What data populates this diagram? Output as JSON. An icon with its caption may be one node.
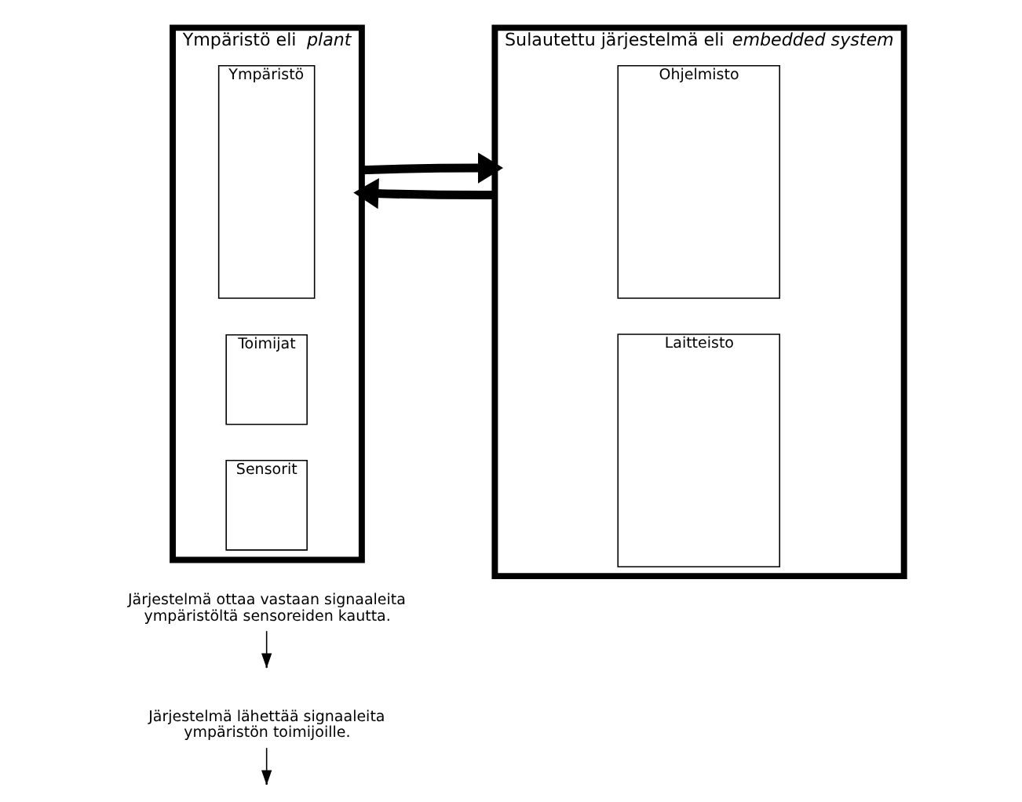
{
  "diagram": {
    "nodes": [
      {
        "text": [
          "Ympäristö eli *plant*"
        ]
      },
      {
        "text": [
          "Ympäristö"
        ],
        "in": 0
      },
      {
        "text": [
          "Toimijat"
        ],
        "in": 0
      },
      {
        "text": [
          "Sensorit"
        ],
        "in": 0
      },
      {
        "text": [
          "Sulautettu järjestelmä eli *embedded system*"
        ]
      },
      {
        "text": [
          "Ohjelmisto"
        ],
        "in": 4
      },
      {
        "text": [
          "Laitteisto"
        ],
        "in": 4
      },
      {
        "text": [
          "Järjestelmä lähettää signaaleita ympäristön toimijoille."
        ]
      },
      {
        "text": [
          "Järjestelmä ottaa vastaan signaaleita ympäristöltä sensoreiden kautta."
        ]
      }
    ],
    "edges": [
      {
        "from": 4,
        "to": 0,
        "arrow": "to",
        "style": "thick"
      },
      {
        "from": 0,
        "to": 4,
        "arrow": "to",
        "style": "thick"
      },
      {
        "from": 7,
        "to": null,
        "arrow": "to"
      },
      {
        "from": 8,
        "to": null,
        "arrow": "to"
      }
    ]
  }
}
